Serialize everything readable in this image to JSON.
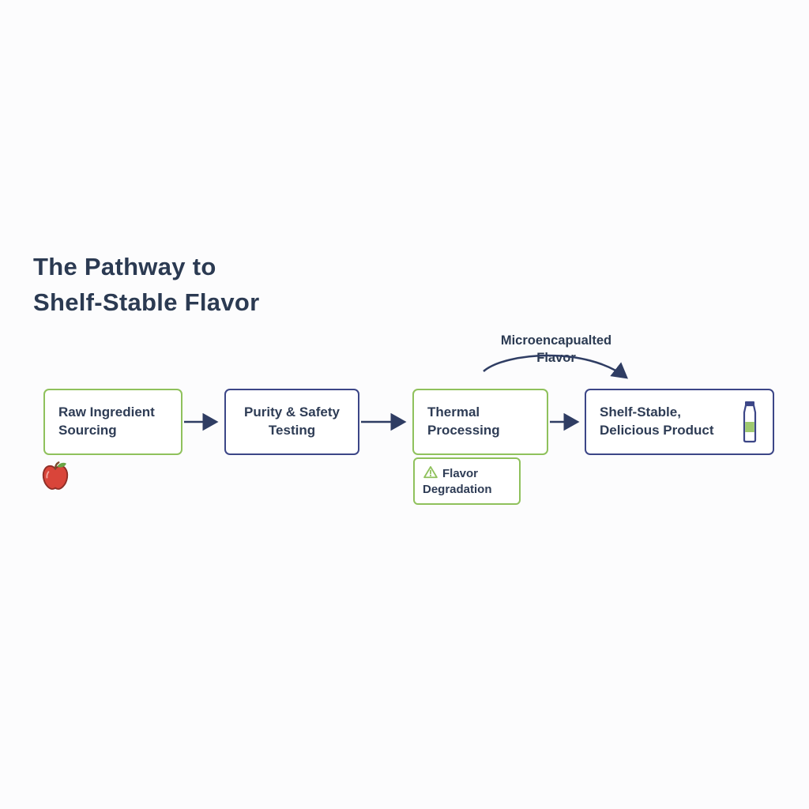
{
  "title": {
    "text": "The Pathway to\nShelf-Stable Flavor"
  },
  "annotation": {
    "text": "Microencapualted\nFlavor"
  },
  "nodes": [
    {
      "id": "raw-ingredient-sourcing",
      "label": "Raw Ingredient\nSourcing",
      "border": "green"
    },
    {
      "id": "purity-safety-testing",
      "label": "Purity & Safety\nTesting",
      "border": "navy"
    },
    {
      "id": "thermal-processing",
      "label": "Thermal\nProcessing",
      "border": "green"
    },
    {
      "id": "shelf-stable-product",
      "label": "Shelf-Stable,\nDelicious Product",
      "border": "navy"
    }
  ],
  "callout": {
    "label": "Flavor Degradation",
    "icon": "warning-triangle-icon"
  },
  "icons": {
    "apple": "apple-icon",
    "bottle": "milk-bottle-icon",
    "warning": "warning-triangle-icon"
  },
  "colors": {
    "title": "#2b3a52",
    "green": "#8fc15c",
    "navy": "#3c4687",
    "arrow": "#2f3d63",
    "text": "#2e3c55",
    "apple_red": "#d9453a",
    "leaf_green": "#6aa545",
    "bottle_band": "#9ec96f"
  }
}
